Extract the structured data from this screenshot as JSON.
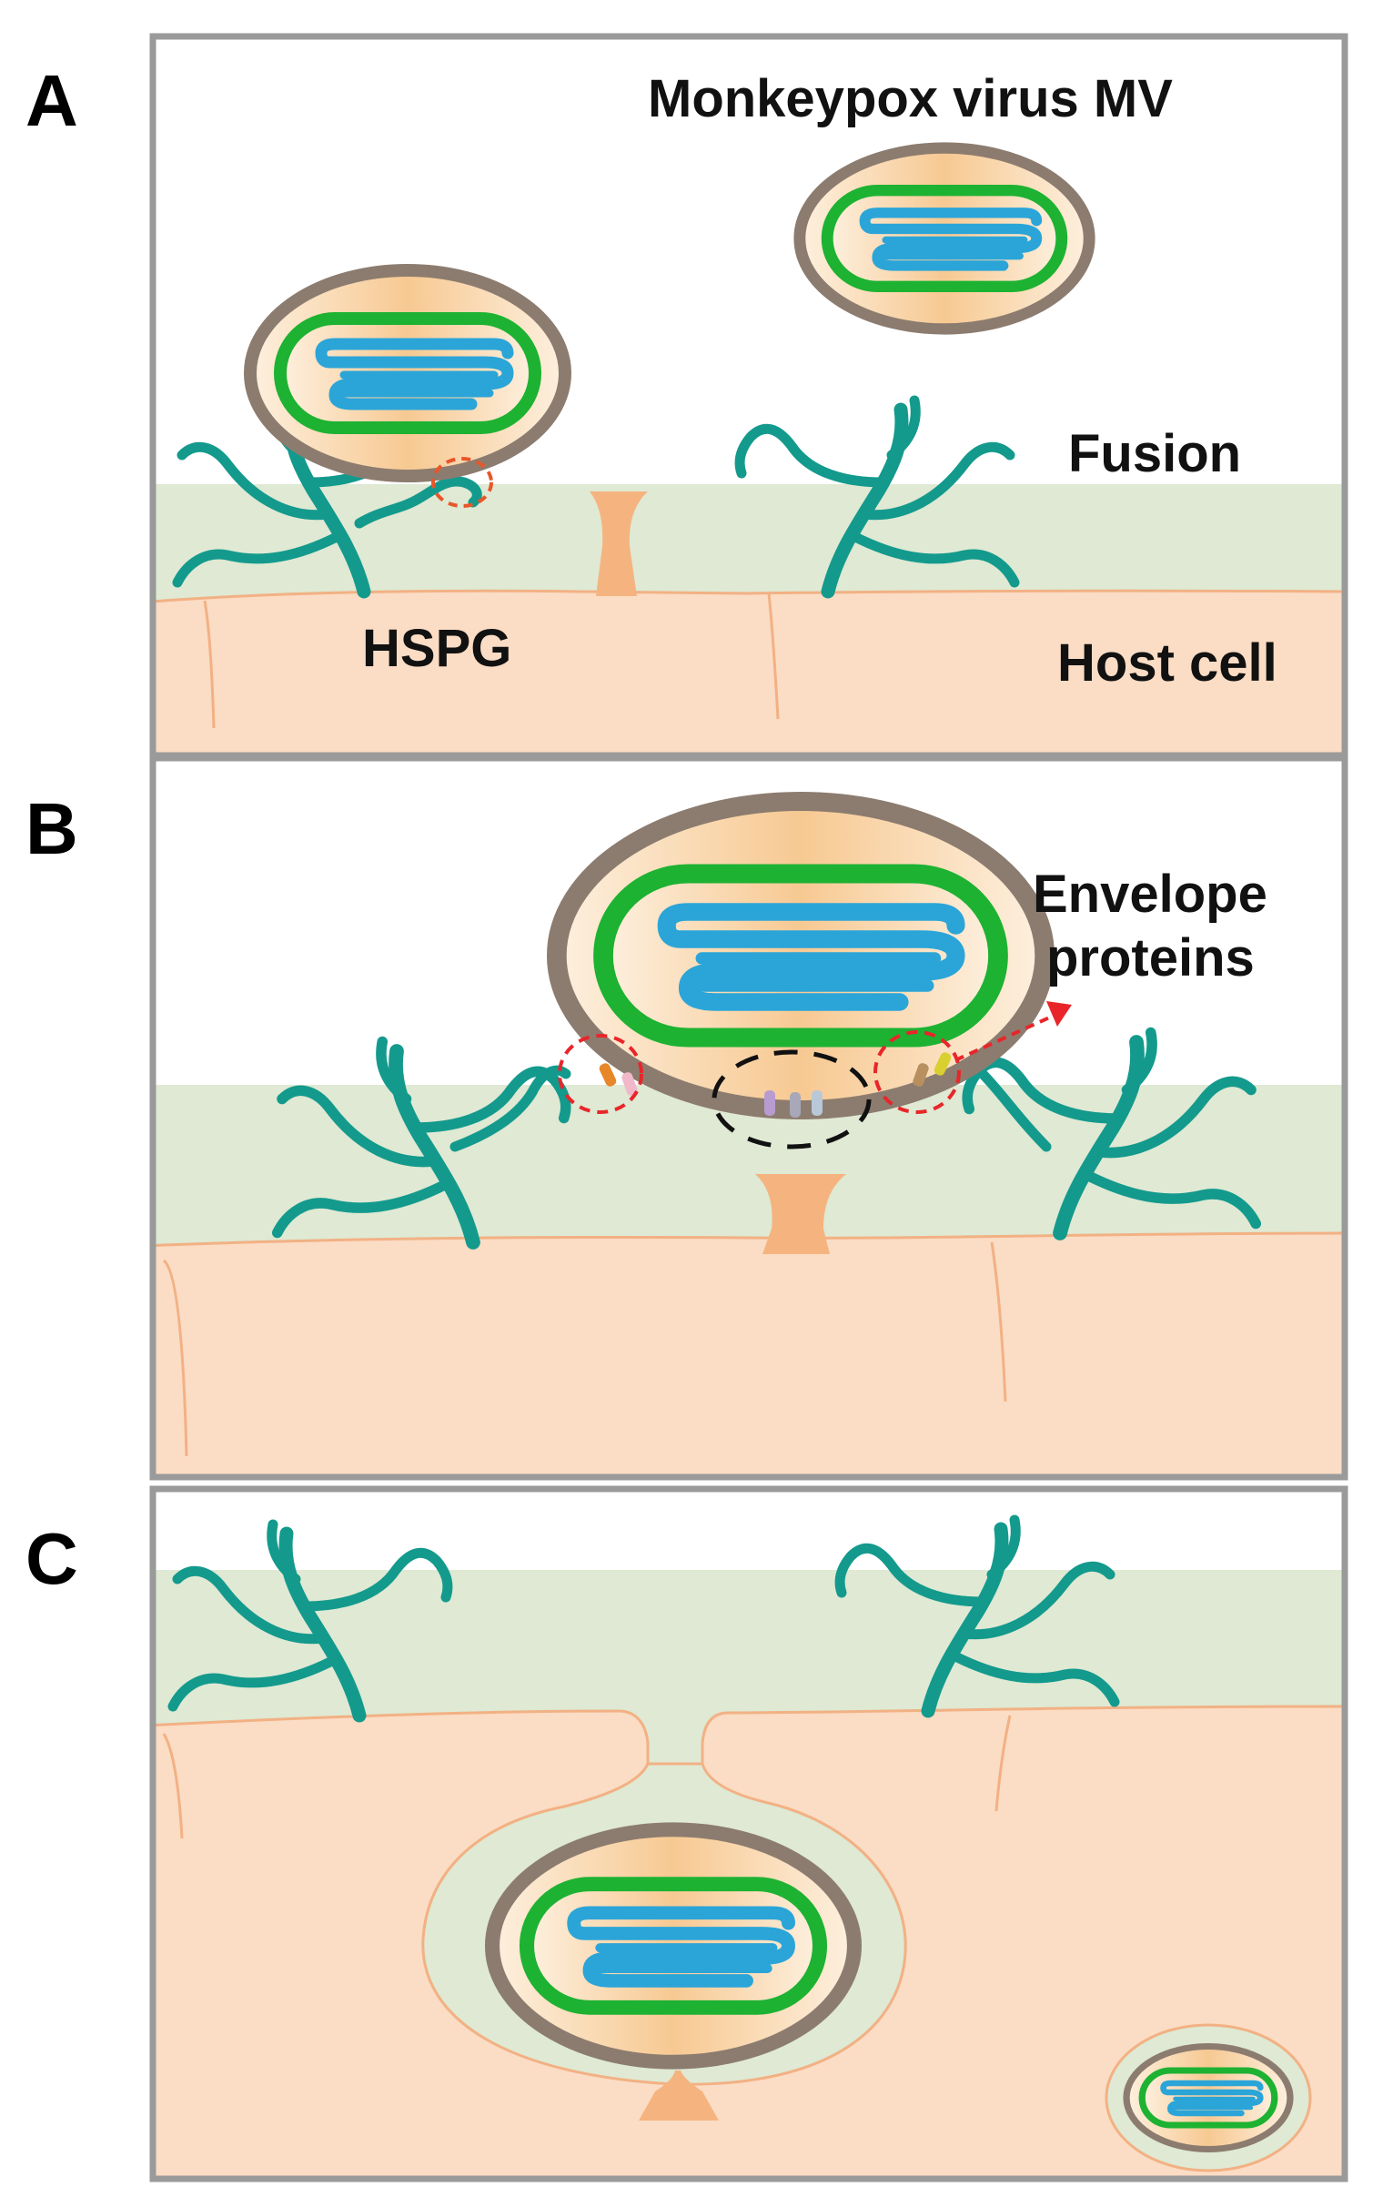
{
  "panels": {
    "a": {
      "letter": "A",
      "title": "Monkeypox virus MV",
      "fusion_label": "Fusion",
      "hspg_label": "HSPG",
      "host_label": "Host cell"
    },
    "b": {
      "letter": "B",
      "envelope_label_line1": "Envelope",
      "envelope_label_line2": "proteins"
    },
    "c": {
      "letter": "C"
    }
  },
  "colors": {
    "frame": "#9a9a9a",
    "membrane_green": "#dfe9d3",
    "host_cell": "#fbdcc4",
    "host_outline": "#f2b184",
    "virion_envelope": "#8c7c6f",
    "core_wall": "#1db232",
    "dna": "#2ba5d8",
    "hspg": "#139a8d",
    "receptor": "#f5b47f",
    "highlight_red": "#e8262a"
  }
}
